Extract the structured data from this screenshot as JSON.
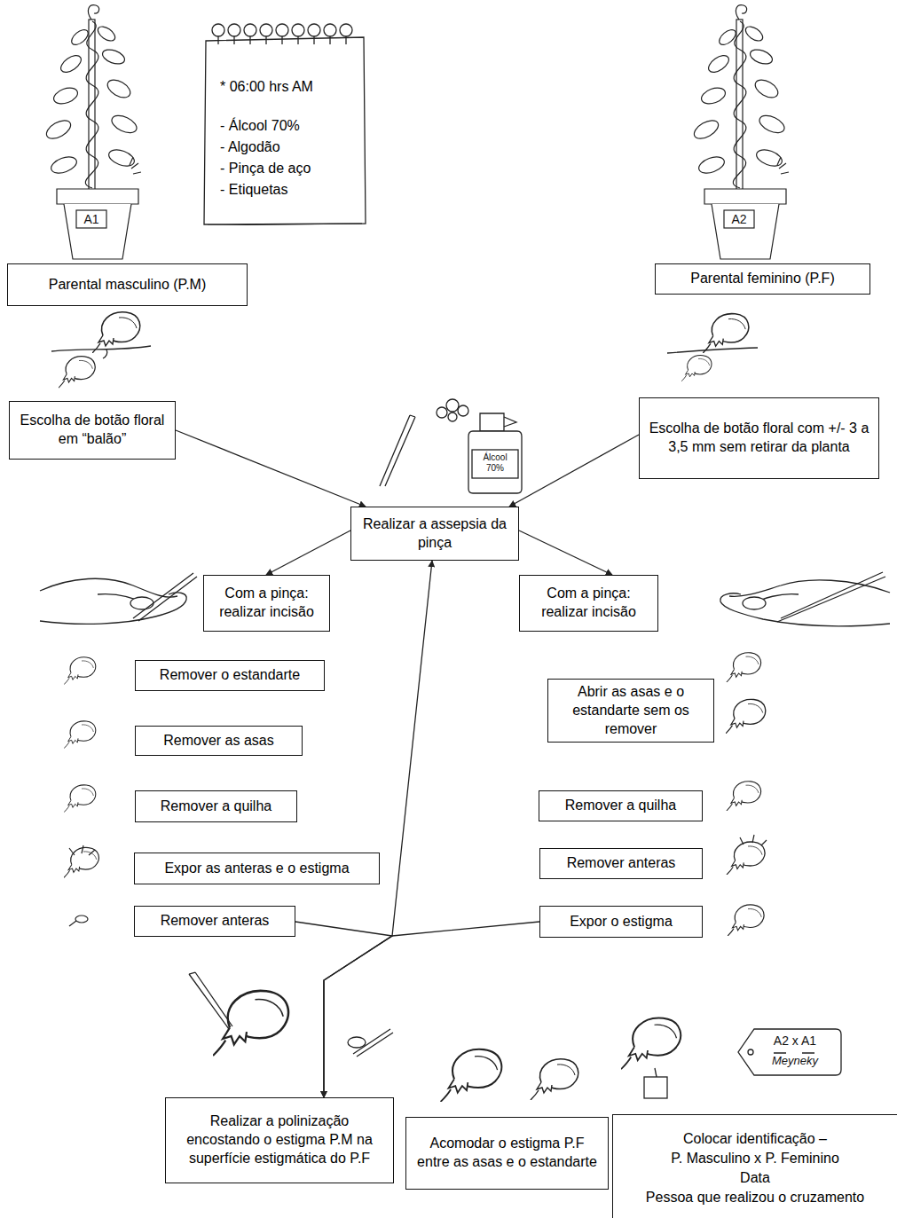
{
  "diagram": {
    "nodes": [
      {
        "text": [
          "* 06:00 hrs AM",
          "- Álcool 70%",
          "- Algodão",
          "- Pinça de aço",
          "- Etiquetas"
        ]
      },
      {
        "text": [
          "Parental masculino (P.M)"
        ]
      },
      {
        "text": [
          "Parental feminino (P.F)"
        ]
      },
      {
        "text": [
          "Escolha de botão floral em “balão”"
        ]
      },
      {
        "text": [
          "Escolha de botão floral com +/- 3 a 3,5 mm sem retirar da planta"
        ]
      },
      {
        "text": [
          "Realizar a assepsia da pinça"
        ]
      },
      {
        "text": [
          "Com a pinça: realizar incisão"
        ]
      },
      {
        "text": [
          "Com a pinça: realizar incisão"
        ]
      },
      {
        "text": [
          "Remover o estandarte"
        ]
      },
      {
        "text": [
          "Abrir as asas e o estandarte sem os remover"
        ]
      },
      {
        "text": [
          "Remover as asas"
        ]
      },
      {
        "text": [
          "Remover a quilha"
        ]
      },
      {
        "text": [
          "Remover a quilha"
        ]
      },
      {
        "text": [
          "Expor as anteras e o estigma"
        ]
      },
      {
        "text": [
          "Remover anteras"
        ]
      },
      {
        "text": [
          "Remover anteras"
        ]
      },
      {
        "text": [
          "Expor o estigma"
        ]
      },
      {
        "text": [
          "Realizar a polinização encostando o estigma P.M na superfície estigmática do P.F"
        ]
      },
      {
        "text": [
          "Acomodar o estigma P.F entre as asas e o estandarte"
        ]
      },
      {
        "text": [
          "Colocar identificação –",
          "P. Masculino x P. Feminino",
          "Data",
          "Pessoa que realizou o cruzamento"
        ]
      }
    ],
    "edges": [
      {
        "from": 3,
        "to": 5,
        "arrow": "to"
      },
      {
        "from": 4,
        "to": 5,
        "arrow": "to"
      },
      {
        "from": 5,
        "to": 6,
        "arrow": "to"
      },
      {
        "from": 5,
        "to": 7,
        "arrow": "to"
      },
      {
        "from": 5,
        "to": 17,
        "arrow": "both"
      },
      {
        "from": 15,
        "to": 17,
        "arrow": "to"
      },
      {
        "from": 16,
        "to": 17,
        "arrow": "to"
      }
    ],
    "labels": [
      "A1",
      "A2",
      "Álcool 70%",
      "A2 x A1",
      "Meyneky"
    ]
  }
}
